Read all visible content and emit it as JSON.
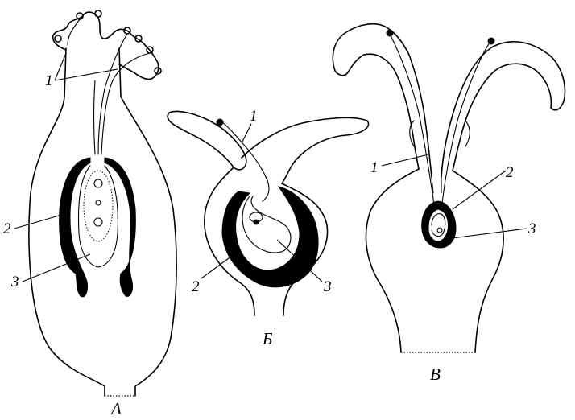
{
  "figures": {
    "a": {
      "caption": "А",
      "labels": {
        "l1": "1",
        "l2": "2",
        "l3": "3"
      }
    },
    "b": {
      "caption": "Б",
      "labels": {
        "l1": "1",
        "l2": "2",
        "l3": "3"
      }
    },
    "v": {
      "caption": "В",
      "labels": {
        "l1": "1",
        "l2": "2",
        "l3": "3"
      }
    }
  }
}
